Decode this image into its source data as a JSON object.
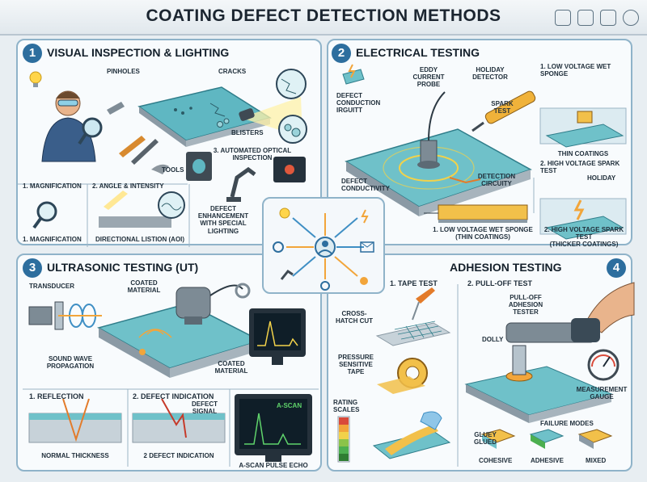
{
  "title": "COATING DEFECT DETECTION METHODS",
  "panels": {
    "visual": {
      "number": "1",
      "title": "VISUAL INSPECTION & LIGHTING",
      "labels": {
        "pinholes": "PINHOLES",
        "cracks": "CRACKS",
        "blisters": "BLISTERS",
        "tools": "TOOLS",
        "aoi": "3. AUTOMATED OPTICAL INSPECTION",
        "magnification_1": "1. MAGNIFICATION",
        "angle": "2. ANGLE & INTENSITY",
        "defect_enhancement": "DEFECT ENHANCEMENT WITH SPECIAL LIGHTING",
        "magnification_2": "1. MAGNIFICATION",
        "directional": "DIRECTIONAL LISTION (AOI)"
      }
    },
    "electrical": {
      "number": "2",
      "title": "ELECTRICAL TESTING",
      "labels": {
        "eddy": "EDDY CURRENT PROBE",
        "holiday_detector": "HOLIDAY DETECTOR",
        "low_voltage_title": "1. LOW VOLTAGE WET SPONGE",
        "defect_conduction": "DEFECT CONDUCTION IRGUITT",
        "spark_test": "SPARK TEST",
        "thin_coatings": "THIN COATINGS",
        "high_voltage_title": "2. HIGH VOLTAGE SPARK TEST",
        "holiday": "HOLIDAY",
        "defect_conductivity": "DEFECT CONDUCTIVITY",
        "detection_circuity": "DETECTION CIRCUITY",
        "low_voltage_caption": "1. LOW VOLTAGE WET SPONGE",
        "thin_caption": "(THIN COATINGS)",
        "high_voltage_caption": "2. HIGH VOLTAGE SPARK TEST",
        "thicker_caption": "(THICKER COATINGS)"
      }
    },
    "ultrasonic": {
      "number": "3",
      "title": "ULTRASONIC TESTING (UT)",
      "labels": {
        "transducer": "TRANSDUCER",
        "coated_material_top": "COATED MATERIAL",
        "sound_wave": "SOUND WAVE PROPAGATION",
        "coated_material_bottom": "COATED MATERIAL",
        "reflection": "1. REFLECTION",
        "defect_indication_title": "2. DEFECT INDICATION",
        "defect_signal": "DEFECT SIGNAL",
        "a_scan_screen": "A-SCAN",
        "normal_thickness": "NORMAL THICKNESS",
        "defect_indication_caption": "2 DEFECT INDICATION",
        "a_scan_caption": "A-SCAN PULSE ECHO"
      }
    },
    "adhesion": {
      "number": "4",
      "title": "ADHESION TESTING",
      "labels": {
        "tape_test": "1. TAPE TEST",
        "pull_off_test": "2. PULL-OFF TEST",
        "cross_hatch": "CROSS-HATCH CUT",
        "pull_off_tester": "PULL-OFF ADHESION TESTER",
        "dolly": "DOLLY",
        "pressure_tape": "PRESSURE SENSITIVE TAPE",
        "rating_scales": "RATING SCALES",
        "measurement_gauge": "MEASUREMENT GAUGE",
        "gluey": "GLUEY GLUED",
        "failure_modes": "FAILURE MODES",
        "cohesive": "COHESIVE",
        "adhesive": "ADHESIVE",
        "mixed": "MIXED"
      }
    }
  },
  "icons": [
    "eye-icon",
    "eye-off-icon",
    "ecg-icon",
    "gear-icon",
    "bulb-icon",
    "lightning-icon",
    "inspector-icon",
    "envelope-icon",
    "bot-arm-icon"
  ],
  "colors": {
    "accent": "#2d6e9e",
    "panel_border": "#8fb3c9",
    "coating": "#5fb7c2",
    "arrow_orange": "#f2a53a",
    "arrow_blue": "#3f8fc4"
  }
}
